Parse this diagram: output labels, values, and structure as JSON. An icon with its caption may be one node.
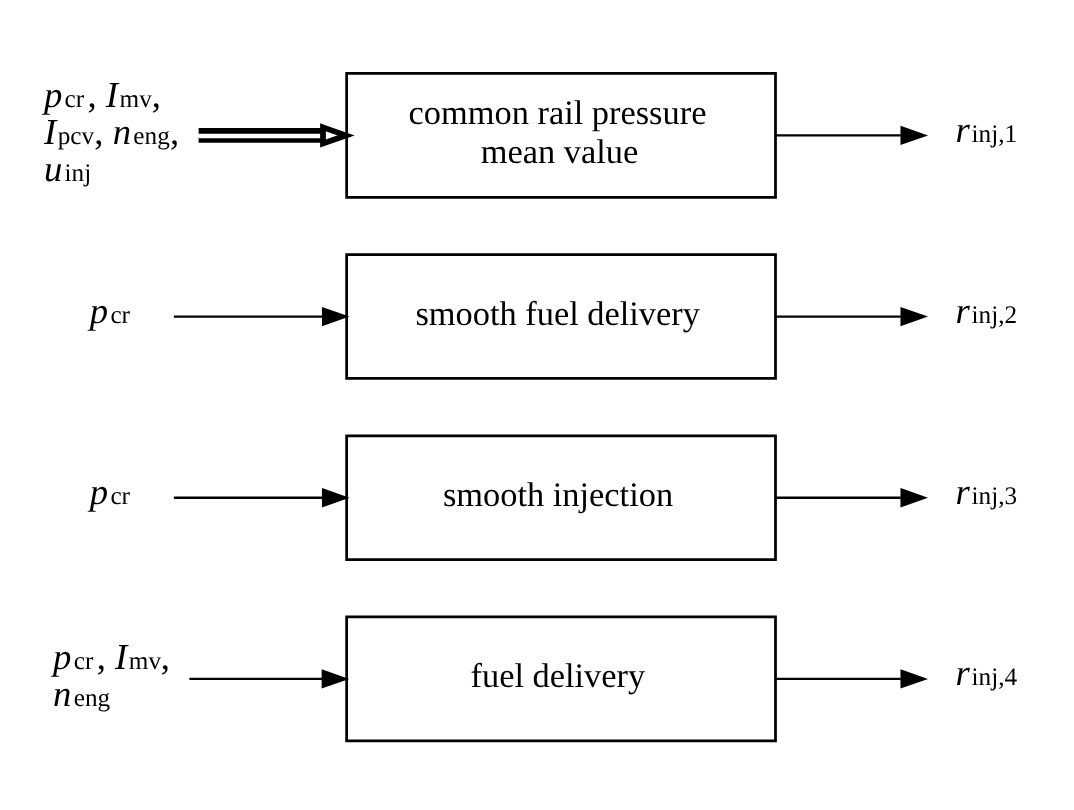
{
  "diagram": {
    "nodes": [
      {
        "text": [
          "*p*$_{cr}$, *I*$_{mv}$, *I*$_{pcv}$, *n*$_{eng}$, *u*$_{inj}$"
        ]
      },
      {
        "text": [
          "common rail pressure mean value"
        ]
      },
      {
        "text": [
          "*r*$_{inj,1}$"
        ]
      },
      {
        "text": [
          "*p*$_{cr}$"
        ]
      },
      {
        "text": [
          "smooth fuel delivery"
        ]
      },
      {
        "text": [
          "*r*$_{inj,2}$"
        ]
      },
      {
        "text": [
          "*p*$_{cr}$"
        ]
      },
      {
        "text": [
          "smooth injection"
        ]
      },
      {
        "text": [
          "*r*$_{inj,3}$"
        ]
      },
      {
        "text": [
          "*p*$_{cr}$, *I*$_{mv}$, *n*$_{eng}$"
        ]
      },
      {
        "text": [
          "fuel delivery"
        ]
      },
      {
        "text": [
          "*r*$_{inj,4}$"
        ]
      }
    ],
    "edges": [
      {
        "from": 0,
        "to": 1,
        "arrow": "to",
        "style": "thick"
      },
      {
        "from": 1,
        "to": 2,
        "arrow": "to"
      },
      {
        "from": 3,
        "to": 4,
        "arrow": "to"
      },
      {
        "from": 4,
        "to": 5,
        "arrow": "to"
      },
      {
        "from": 6,
        "to": 7,
        "arrow": "to"
      },
      {
        "from": 7,
        "to": 8,
        "arrow": "to"
      },
      {
        "from": 9,
        "to": 10,
        "arrow": "to"
      },
      {
        "from": 10,
        "to": 11,
        "arrow": "to"
      }
    ]
  }
}
